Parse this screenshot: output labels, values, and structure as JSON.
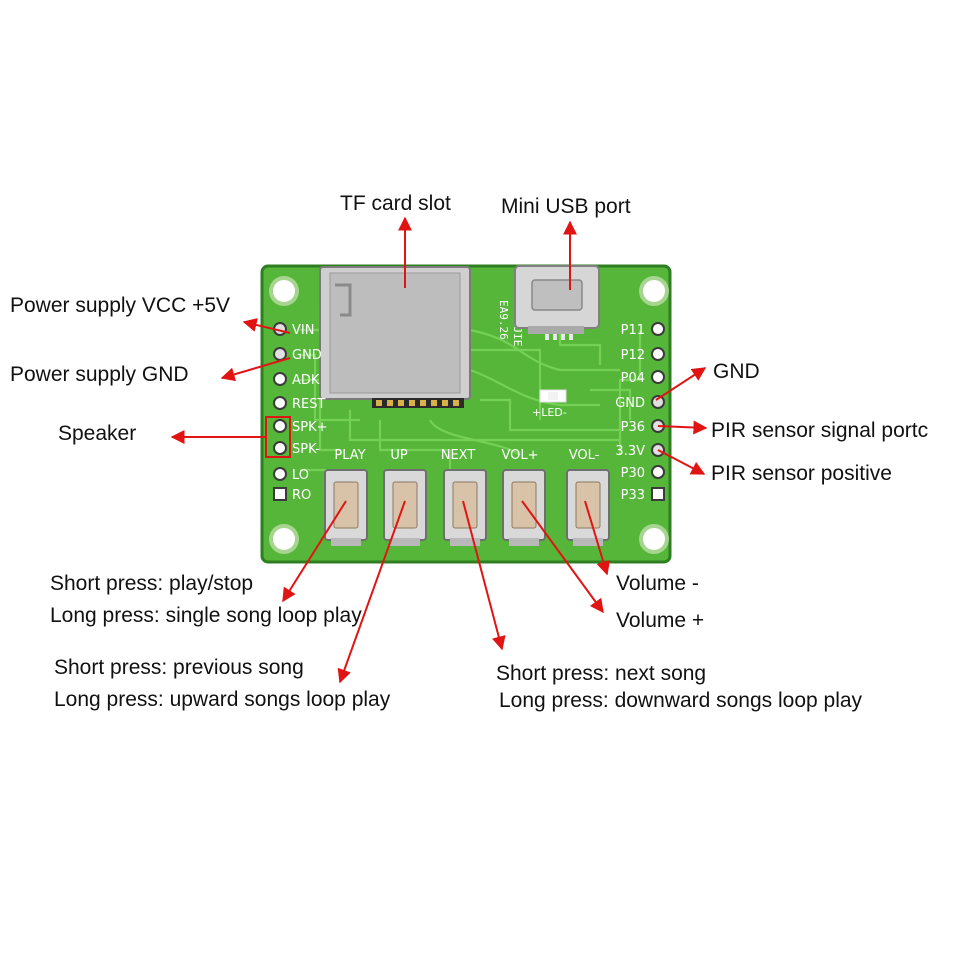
{
  "colors": {
    "pcb": "#56b63a",
    "pcb_edge": "#2f7f22",
    "trace": "#79d35a",
    "silkscreen": "#ffffff",
    "arrow": "#e11414",
    "metal": "#c9c9c9",
    "text": "#111111"
  },
  "callouts": {
    "tf_card": "TF card slot",
    "mini_usb": "Mini USB port",
    "vcc": "Power supply VCC +5V",
    "gnd_left": "Power supply GND",
    "speaker": "Speaker",
    "gnd_right": "GND",
    "pir_signal": "PIR sensor signal portc",
    "pir_positive": "PIR sensor positive",
    "volume_minus": "Volume -",
    "volume_plus": "Volume +",
    "play_short": "Short press: play/stop",
    "play_long": "Long press: single song loop play",
    "up_short": "Short press: previous song",
    "up_long": "Long press: upward songs loop play",
    "next_short": "Short press: next song",
    "next_long": "Long press: downward songs loop play"
  },
  "board": {
    "left_pins": [
      "VIN",
      "GND",
      "ADK",
      "REST",
      "SPK+",
      "SPK-",
      "LO",
      "RO"
    ],
    "right_pins": [
      "P11",
      "P12",
      "P04",
      "GND",
      "P36",
      "3.3V",
      "P30",
      "P33"
    ],
    "buttons": [
      "PLAY",
      "UP",
      "NEXT",
      "VOL+",
      "VOL-"
    ],
    "board_id_line1": "EA9.26",
    "board_id_line2": "YUSIJIE",
    "led_label": "+LED-"
  }
}
